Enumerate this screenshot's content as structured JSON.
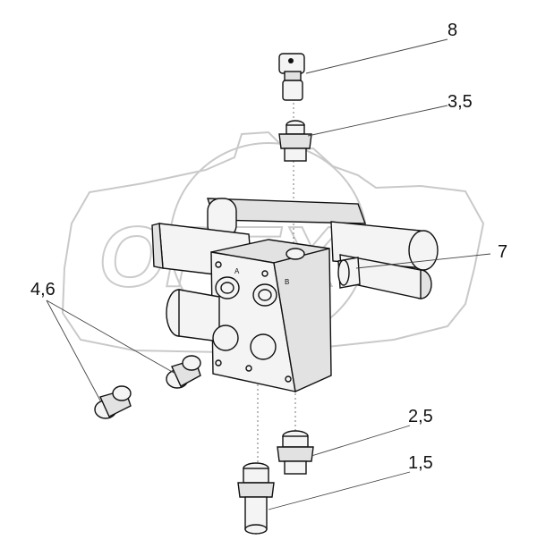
{
  "diagram": {
    "watermark": "OPEX",
    "port_labels": {
      "a": "A",
      "b": "B"
    },
    "callouts": [
      {
        "id": "8",
        "text": "8"
      },
      {
        "id": "3-5",
        "text": "3,5"
      },
      {
        "id": "7",
        "text": "7"
      },
      {
        "id": "4-6",
        "text": "4,6"
      },
      {
        "id": "2-5",
        "text": "2,5"
      },
      {
        "id": "1-5",
        "text": "1,5"
      }
    ]
  }
}
